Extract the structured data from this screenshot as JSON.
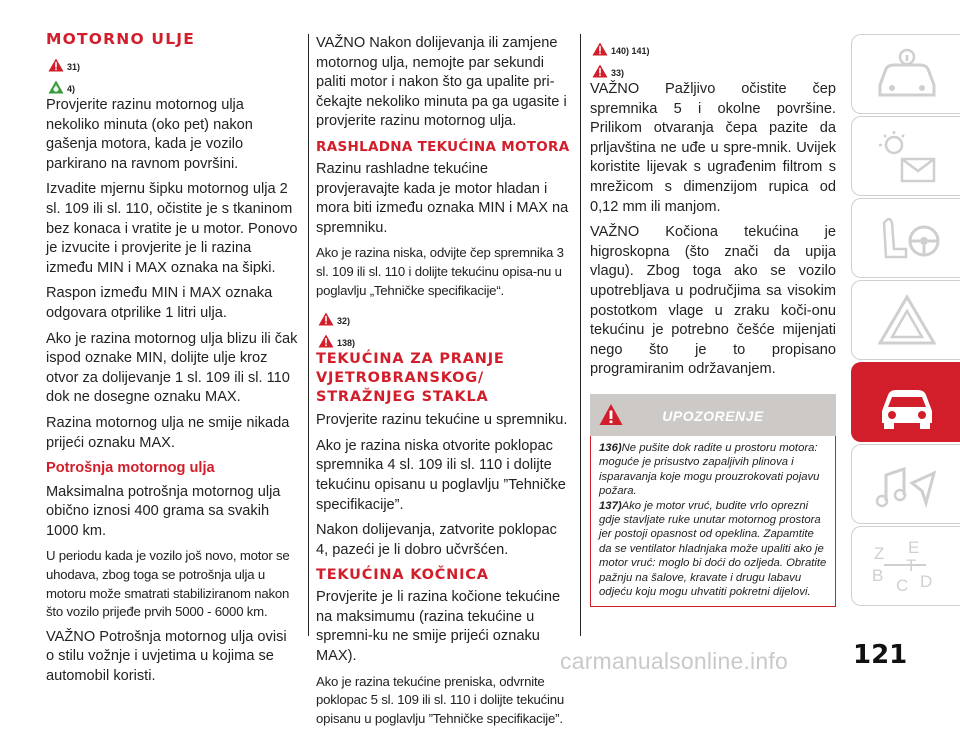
{
  "col1": {
    "title": "MOTORNO ULJE",
    "ref1": "31)",
    "ref2": "4)",
    "p1": "Provjerite razinu motornog ulja nekoliko minuta (oko pet) nakon gašenja motora, kada je vozilo parkirano na ravnom površini.",
    "p2": "Izvadite mjernu šipku motornog ulja 2 sl. 109 ili sl. 110, očistite je s tkaninom bez konaca i vratite je u motor. Ponovo je izvucite i provjerite je li razina između MIN i MAX oznaka na šipki.",
    "p3": "Raspon između MIN i MAX oznaka odgovara otprilike 1 litri ulja.",
    "p4": "Ako je razina motornog ulja blizu ili čak ispod oznake MIN, dolijte ulje kroz otvor za dolijevanje 1 sl. 109 ili sl. 110 dok ne dosegne oznaku MAX.",
    "p5": "Razina motornog ulja ne smije nikada prijeći oznaku MAX.",
    "subtitle": "Potrošnja motornog ulja",
    "p6": "Maksimalna potrošnja motornog ulja obično iznosi 400 grama sa svakih 1000 km.",
    "p7": "U periodu kada je vozilo još novo, motor se uhodava, zbog toga se potrošnja ulja u motoru može smatrati stabiliziranom nakon što vozilo prijeđe prvih 5000 - 6000 km.",
    "p8": "VAŽNO Potrošnja motornog ulja ovisi o stilu vožnje i uvjetima u kojima se automobil koristi."
  },
  "col2": {
    "p1": "VAŽNO Nakon dolijevanja ili zamjene motornog ulja, nemojte par sekundi paliti motor i nakon što ga upalite pri-čekajte nekoliko minuta pa ga ugasite i provjerite razinu motornog ulja.",
    "title1": "RASHLADNA TEKUĆINA MOTORA",
    "p2": "Razinu rashladne tekućine provjeravajte kada je motor hladan i mora biti između oznaka MIN i MAX na spremniku.",
    "p3": "Ako je razina niska, odvijte čep spremnika 3 sl. 109 ili sl. 110 i dolijte tekućinu opisa-nu u poglavlju „Tehničke specifikacije“.",
    "ref1": "32)",
    "ref2": "138)",
    "title2": "TEKUĆINA ZA PRANJE VJETROBRANSKOG/ STRAŽNJEG STAKLA",
    "p4": "Provjerite razinu tekućine u spremniku.",
    "p5": "Ako je razina niska otvorite poklopac spremnika 4 sl. 109 ili sl. 110 i dolijte tekućinu opisanu u poglavlju ”Tehničke specifikacije”.",
    "p6": "Nakon dolijevanja, zatvorite poklopac 4, pazeći je li dobro učvršćen.",
    "title3": "TEKUĆINA KOČNICA",
    "p7": "Provjerite je li razina kočione tekućine na maksimumu (razina tekućine u spremni-ku ne smije prijeći oznaku MAX).",
    "p8": "Ako je razina tekućine preniska, odvrnite poklopac 5 sl. 109 ili sl. 110 i dolijte tekućinu opisanu u poglavlju ”Tehničke specifikacije”."
  },
  "col3": {
    "ref1": "140) 141)",
    "ref2": "33)",
    "p1": "VAŽNO Pažljivo očistite čep spremnika 5 i okolne površine. Prilikom otvaranja čepa pazite da prljavština ne uđe u spre-mnik. Uvijek koristite lijevak s ugrađenim filtrom s mrežicom s dimenzijom rupica od 0,12 mm ili manjom.",
    "p2": "VAŽNO Kočiona tekućina je higroskopna (što znači da upija vlagu). Zbog toga ako se vozilo upotrebljava u područjima sa visokim postotkom vlage u zraku koči-onu tekućinu je potrebno češće mijenjati nego što je to propisano programiranim održavanjem.",
    "warning_title": "UPOZORENJE",
    "w1_num": "136)",
    "w1_text": "Ne pušite dok radite u prostoru motora: moguće je prisustvo zapaljivih plinova i isparavanja koje mogu prouzrokovati pojavu požara.",
    "w2_num": "137)",
    "w2_text": "Ako je motor vruć, budite vrlo oprezni gdje stavljate ruke unutar motornog prostora jer postoji opasnost od opeklina. Zapamtite da se ventilator hladnjaka može upaliti ako je motor vruć: moglo bi doći do ozljeda. Obratite pažnju na šalove, kravate i drugu labavu odjeću koju mogu uhvatiti pokretni dijelovi."
  },
  "sidebar": {
    "tabs": [
      "car-info-icon",
      "lights-warning-icon",
      "seat-steering-icon",
      "hazard-warning-icon",
      "car-maintenance-icon",
      "music-navigation-icon",
      "index-letters-icon"
    ],
    "active_index": 4,
    "index_letters": [
      "Z",
      "E",
      "B",
      "C",
      "T",
      "D"
    ]
  },
  "page_number": "121",
  "watermark": "carmanualsonline.info",
  "colors": {
    "accent": "#d21e2b",
    "warning_header": "#ccc9c7",
    "tab_border": "#cfcfcf",
    "text": "#222222"
  }
}
